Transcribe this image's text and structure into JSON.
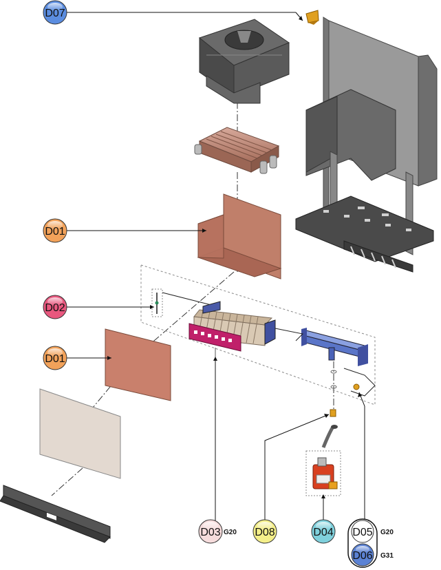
{
  "callouts": {
    "d07": {
      "code": "D07",
      "color": "#5b8de0"
    },
    "d01_top": {
      "code": "D01",
      "color": "#f2a25a"
    },
    "d02": {
      "code": "D02",
      "color": "#e8577e"
    },
    "d01_bottom": {
      "code": "D01",
      "color": "#f2a25a"
    },
    "d03": {
      "code": "D03",
      "gas": "G20",
      "color": "#f6dcdc"
    },
    "d08": {
      "code": "D08",
      "color": "#f4ef8a"
    },
    "d04": {
      "code": "D04",
      "color": "#7fd0dc"
    },
    "d05": {
      "code": "D05",
      "gas": "G20",
      "color": "#ffffff"
    },
    "d06": {
      "code": "D06",
      "gas": "G31",
      "color": "#5b82d4"
    }
  },
  "parts": {
    "fan_hood": "fan-hood",
    "heat_exchanger": "heat-exchanger",
    "combustion_chamber": "combustion-chamber",
    "burner": "burner",
    "injector_manifold": "injector-manifold",
    "front_insulation": "front-insulation-panel",
    "front_cover": "front-cover",
    "bottom_trim": "bottom-trim",
    "frame": "rear-frame",
    "gas_valve": "gas-valve",
    "gas_pipe": "gas-pipe"
  }
}
